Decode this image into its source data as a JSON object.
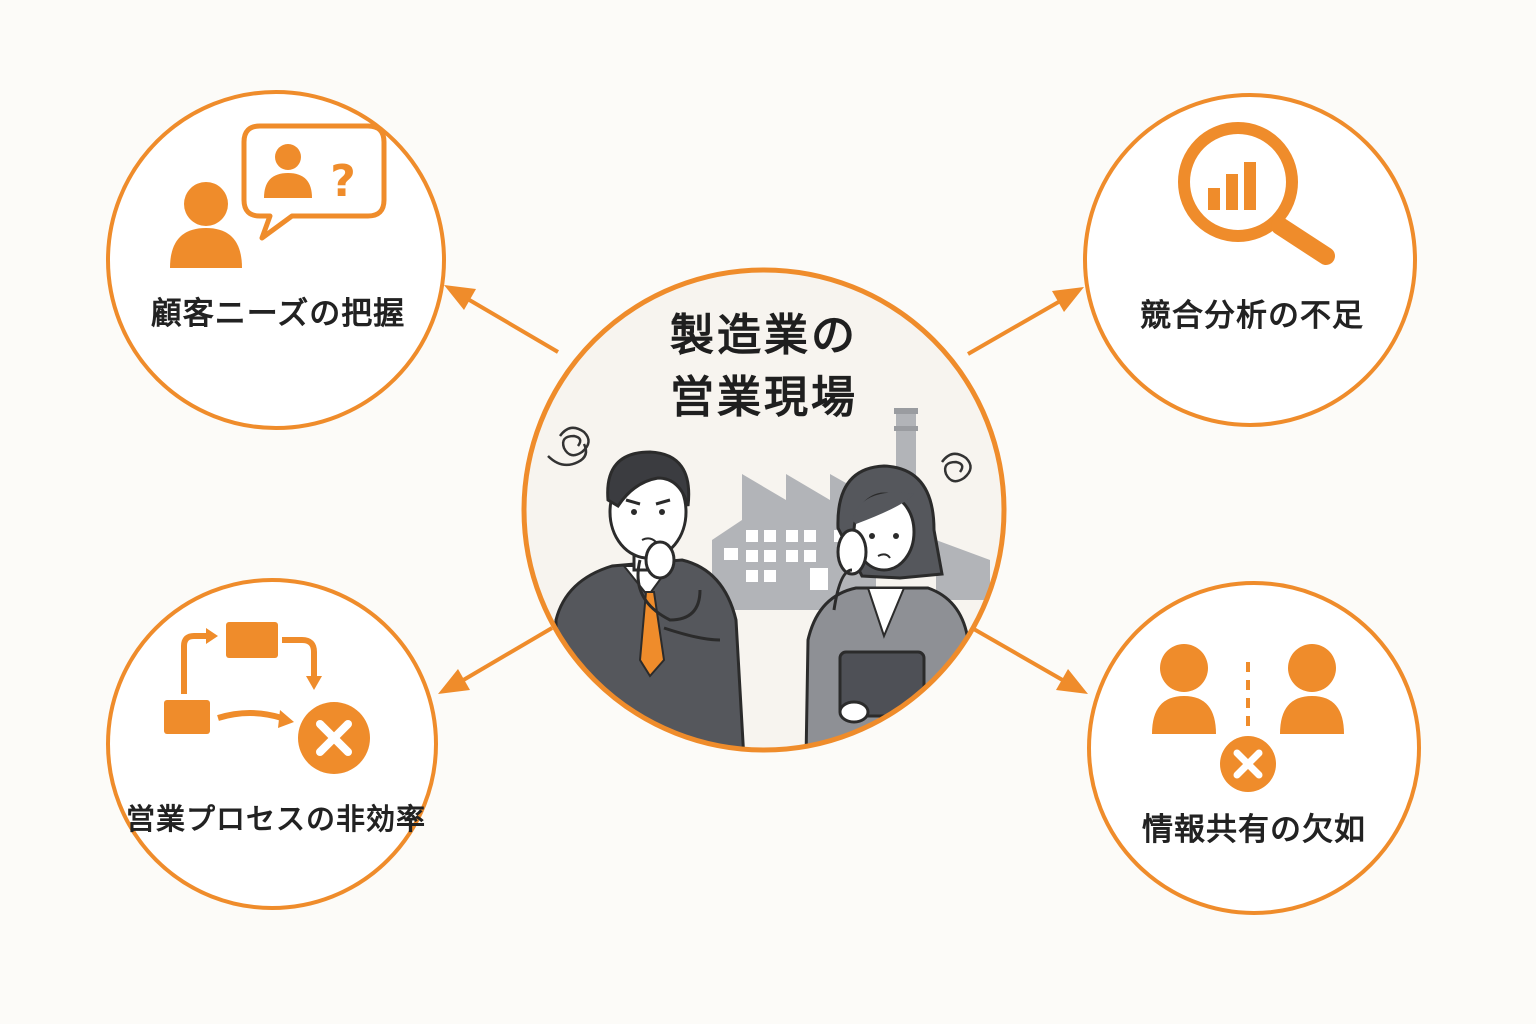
{
  "center": {
    "title_line1": "製造業の",
    "title_line2": "営業現場"
  },
  "nodes": {
    "customer_needs": {
      "label": "顧客ニーズの把握",
      "icon": "customer-question-icon"
    },
    "competitor_analysis": {
      "label": "競合分析の不足",
      "icon": "magnifier-chart-icon"
    },
    "sales_process": {
      "label": "営業プロセスの非効率",
      "icon": "broken-flow-icon"
    },
    "info_sharing": {
      "label": "情報共有の欠如",
      "icon": "disconnected-people-icon"
    }
  },
  "colors": {
    "accent": "#ef8c2b",
    "text": "#222222",
    "background": "#fcfbf8",
    "suit": "#4e5056",
    "factory": "#a7a9ad"
  }
}
